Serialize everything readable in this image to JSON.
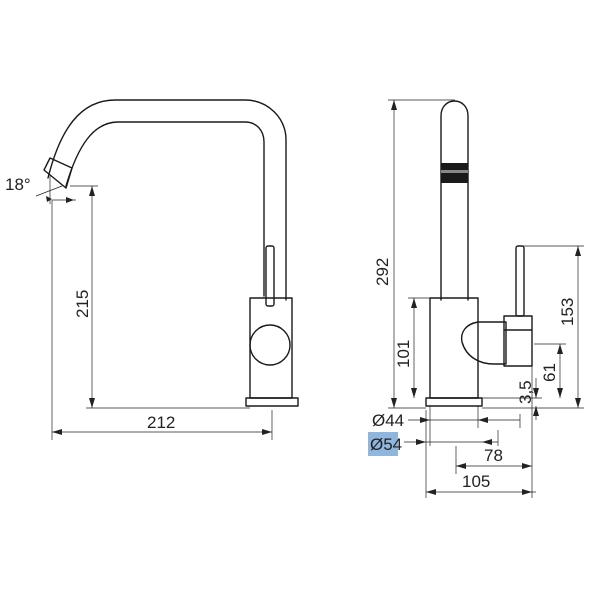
{
  "labels": {
    "angle": "18°",
    "height_outlet_front": "215",
    "reach_front": "212",
    "height_total": "292",
    "height_body": "101",
    "height_handle": "153",
    "height_handle_axis": "61",
    "thickness_base": "3,5",
    "diameter_body": "Ø44",
    "diameter_base": "Ø54",
    "width_handle": "78",
    "width_total": "105"
  },
  "highlight_color": "#8fb6dd"
}
